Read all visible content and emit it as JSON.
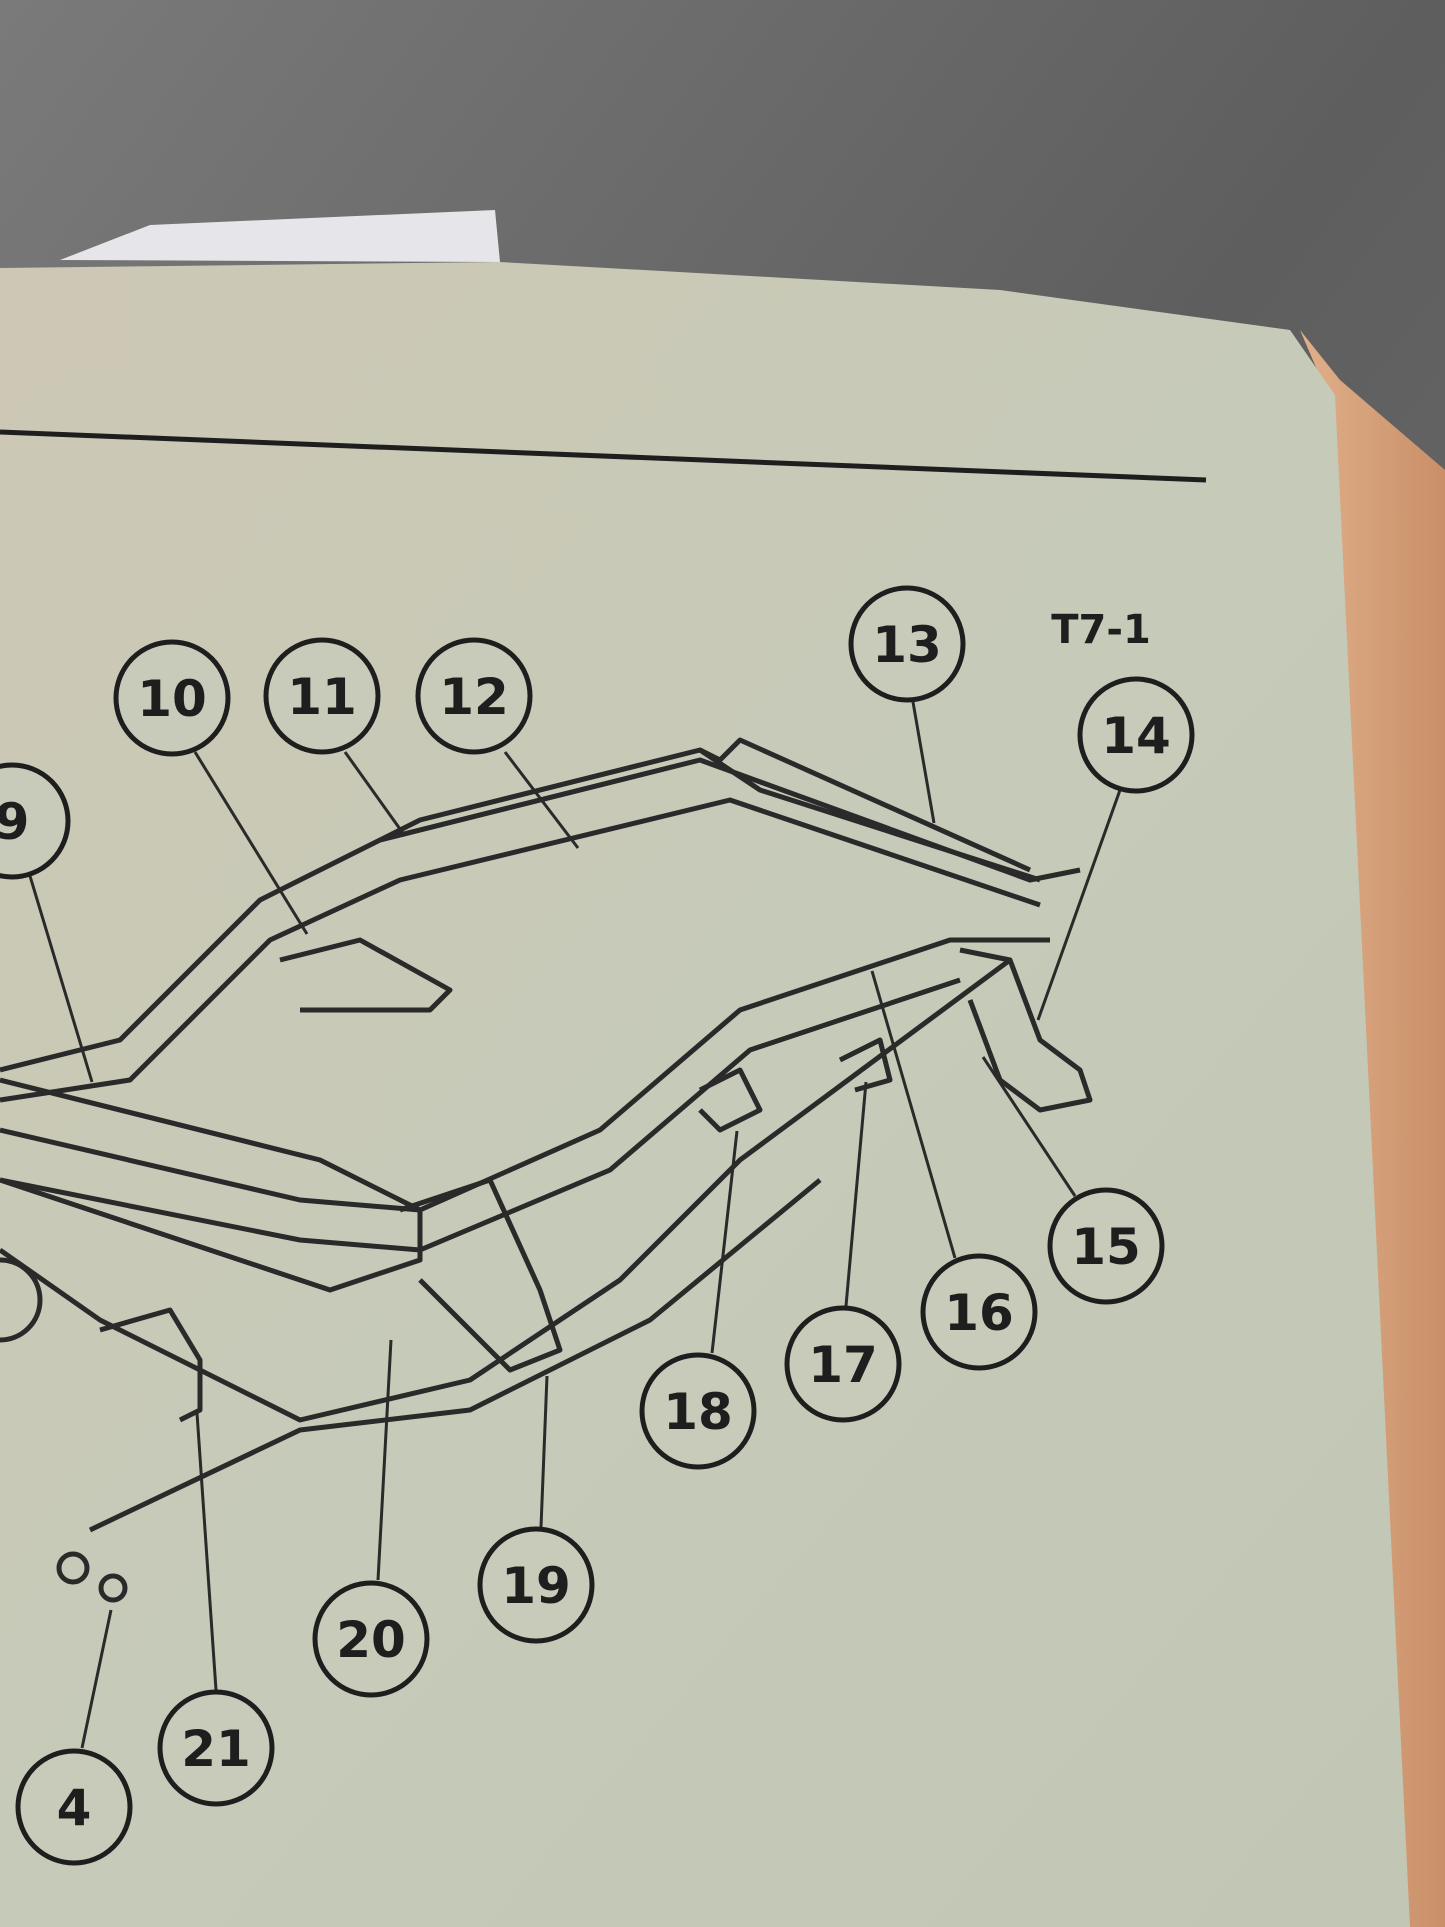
{
  "figure": {
    "figure_id": "T7-1",
    "callouts": [
      "10",
      "11",
      "12",
      "13",
      "14",
      "9",
      "15",
      "16",
      "17",
      "18",
      "19",
      "20",
      "21",
      "4"
    ]
  },
  "colors": {
    "background": "#6f6f6f",
    "page": "#c8cab8",
    "page_edge": "#d8a37c",
    "ink": "#1e1e1e"
  }
}
